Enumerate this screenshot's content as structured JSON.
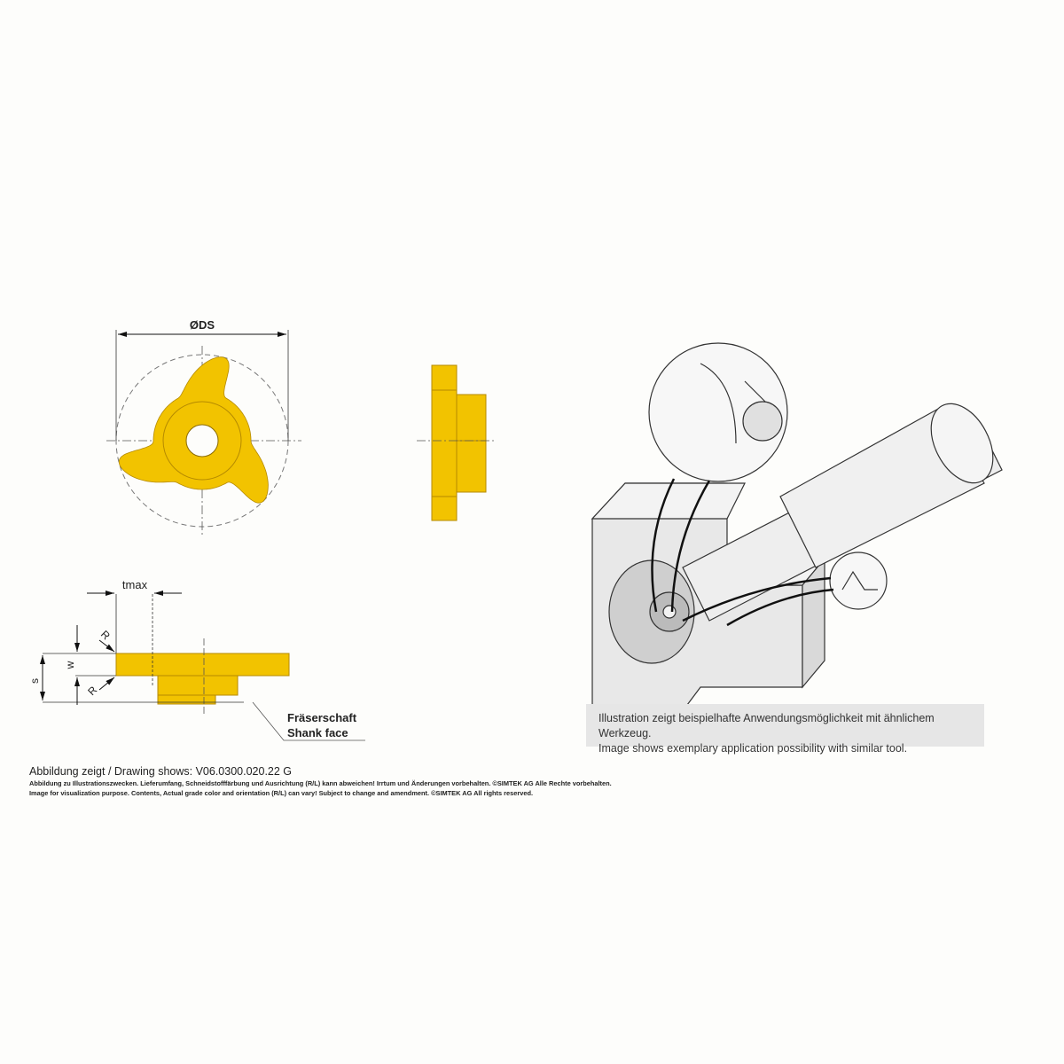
{
  "drawing": {
    "dim_diameter": "ØDS",
    "dim_tmax": "tmax",
    "dim_radius": "R",
    "dim_w": "w",
    "dim_s": "s",
    "shank_face_de": "Fräserschaft",
    "shank_face_en": "Shank face"
  },
  "application": {
    "caption_de": "Illustration zeigt beispielhafte Anwendungsmöglichkeit mit ähnlichem Werkzeug.",
    "caption_en": "Image shows exemplary application possibility with similar tool."
  },
  "footer": {
    "drawing_id": "Abbildung zeigt / Drawing shows: V06.0300.020.22 G",
    "disclaimer_de": "Abbildung zu Illustrationszwecken. Lieferumfang, Schneidstofffärbung und Ausrichtung (R/L) kann abweichen! Irrtum und Änderungen vorbehalten. ©SIMTEK AG Alle Rechte vorbehalten.",
    "disclaimer_en": "Image for visualization purpose. Contents, Actual grade color and orientation (R/L) can vary! Subject to change and amendment. ©SIMTEK AG All rights reserved."
  },
  "colors": {
    "insert": "#f2c300",
    "insert_dark": "#c99a00",
    "bg": "#fdfdfb"
  }
}
